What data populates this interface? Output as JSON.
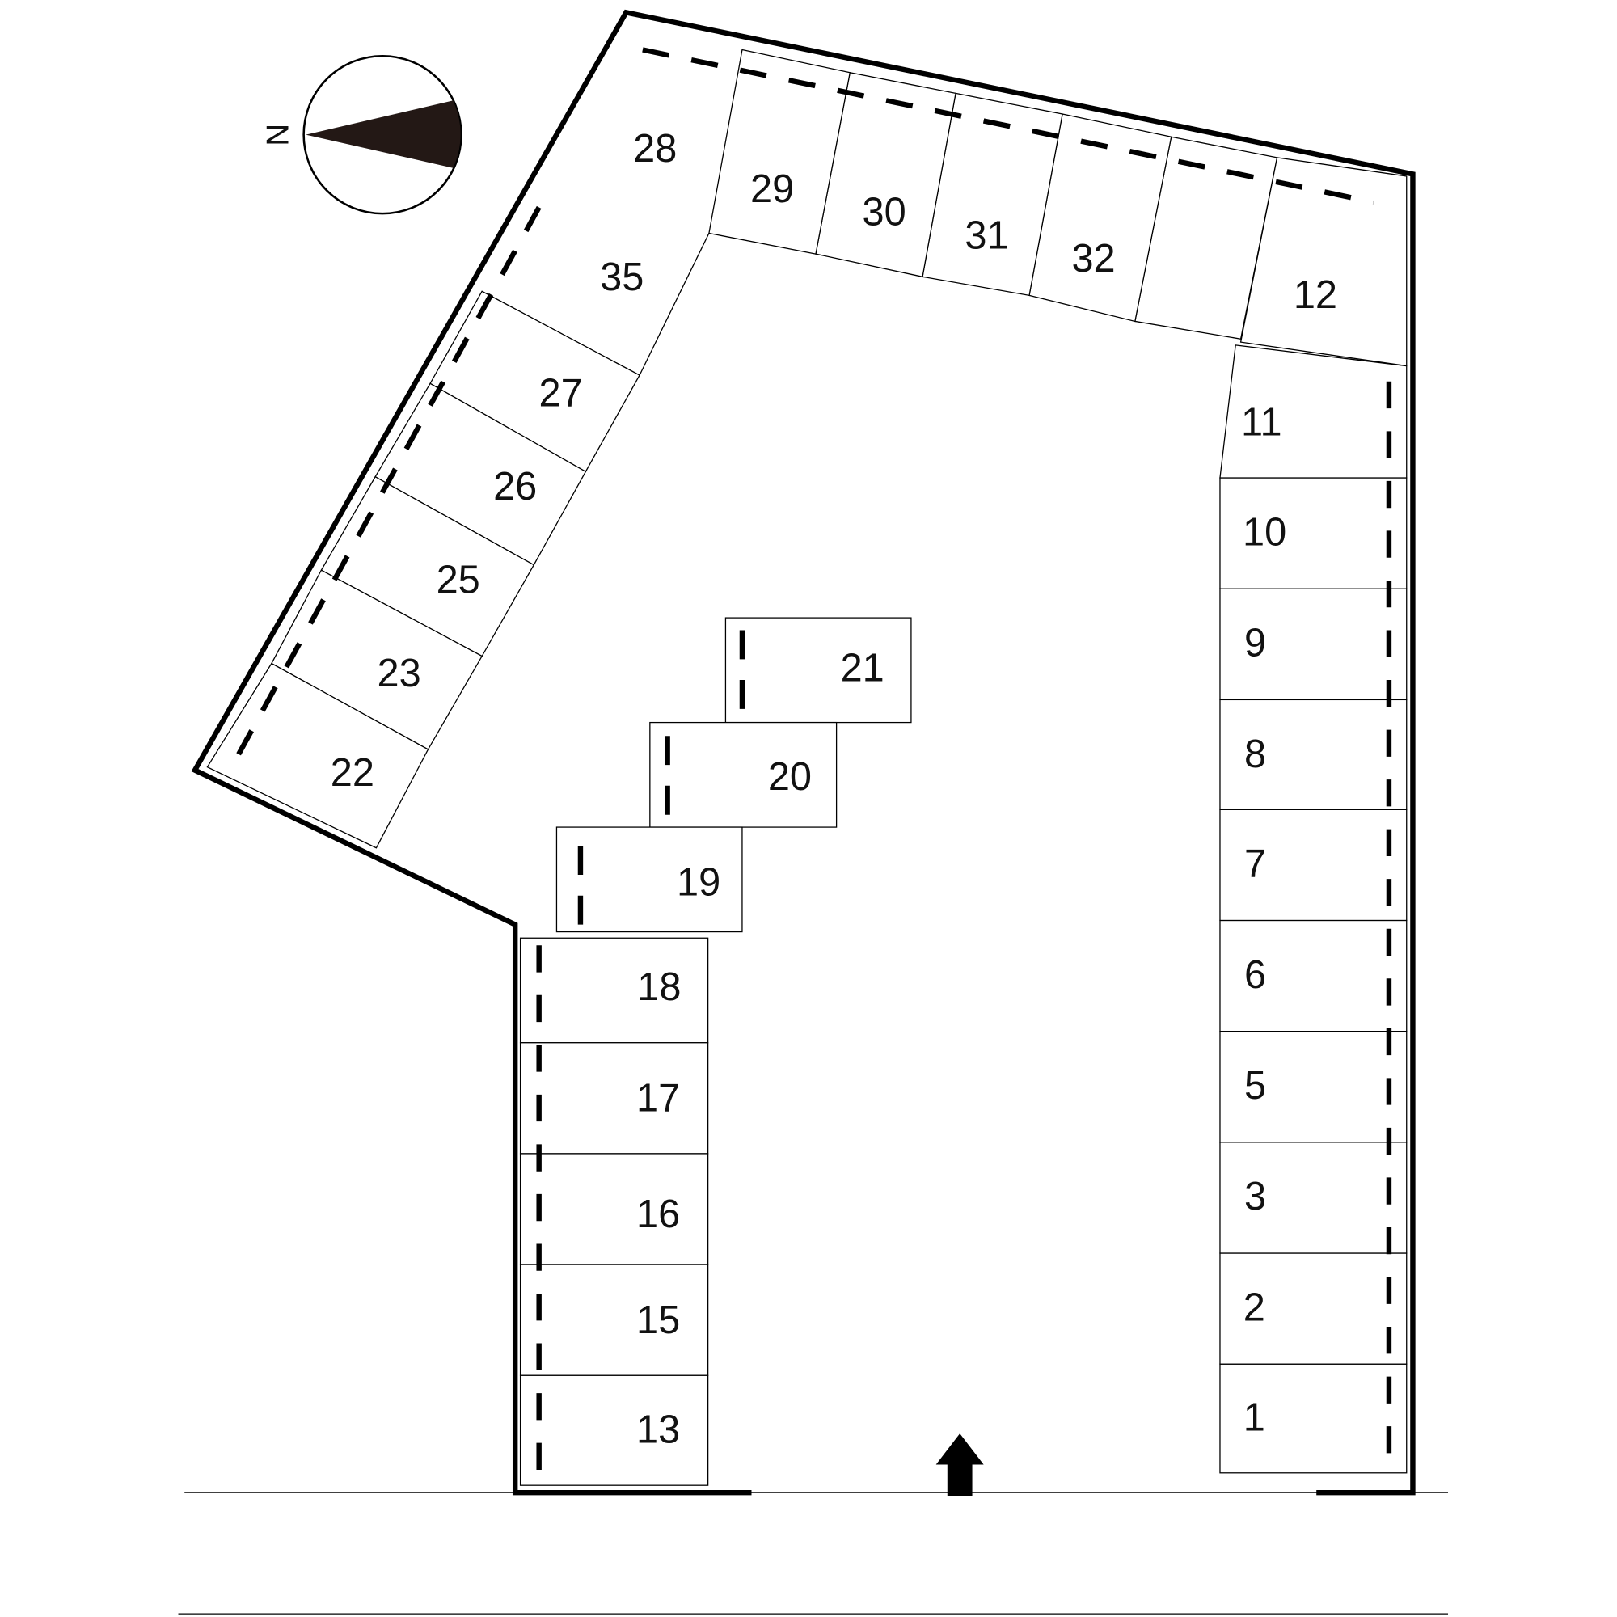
{
  "compass": {
    "label": "N",
    "icon": "north-arrow-icon"
  },
  "entrance": {
    "icon": "entrance-arrow-icon"
  },
  "lots": {
    "l1": "1",
    "l2": "2",
    "l3": "3",
    "l5": "5",
    "l6": "6",
    "l7": "7",
    "l8": "8",
    "l9": "9",
    "l10": "10",
    "l11": "11",
    "l12": "12",
    "l13": "13",
    "l15": "15",
    "l16": "16",
    "l17": "17",
    "l18": "18",
    "l19": "19",
    "l20": "20",
    "l21": "21",
    "l22": "22",
    "l23": "23",
    "l25": "25",
    "l26": "26",
    "l27": "27",
    "l28": "28",
    "l35": "35",
    "l29": "29",
    "l30": "30",
    "l31": "31",
    "l32": "32"
  }
}
